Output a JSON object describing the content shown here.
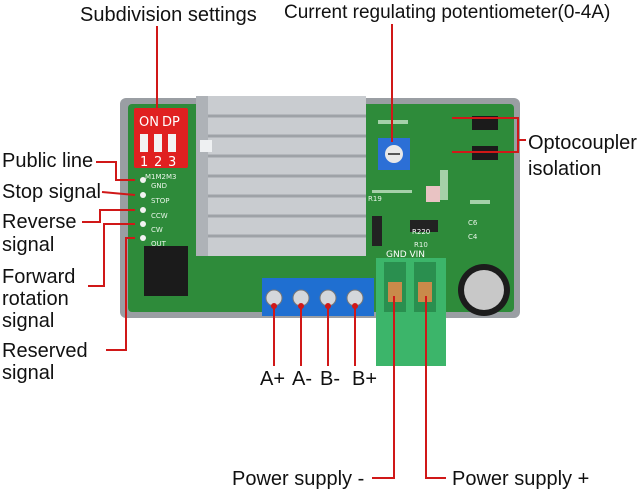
{
  "labels": {
    "subdivision": "Subdivision settings",
    "potentiometer": "Current regulating potentiometer(0-4A)",
    "public_line": "Public line",
    "stop_signal": "Stop signal",
    "reverse_line1": "Reverse",
    "reverse_line2": "signal",
    "forward_line1": "Forward",
    "forward_line2": "rotation",
    "forward_line3": "signal",
    "reserved_line1": "Reserved",
    "reserved_line2": "signal",
    "opto_line1": "Optocoupler",
    "opto_line2": "isolation",
    "a_plus": "A+",
    "a_minus": "A-",
    "b_minus": "B-",
    "b_plus": "B+",
    "power_minus": "Power supply -",
    "power_plus": "Power supply +"
  },
  "board": {
    "dip_on": "ON",
    "dip_dp": "DP",
    "dip_nums": [
      "1",
      "2",
      "3"
    ],
    "silk_m": "M1M2M3",
    "pins": [
      "GND",
      "STOP",
      "CCW",
      "CW",
      "OUT"
    ],
    "gnd_vin": "GND VIN",
    "r220": "R220",
    "r10": "R10",
    "r19": "R19",
    "c4": "C4",
    "c6": "C6"
  },
  "colors": {
    "pcb": "#2e8b3a",
    "terminal_blue": "#1f6fd1",
    "terminal_green": "#3cb56a",
    "leader": "#d01818",
    "dip_red": "#e02020"
  }
}
